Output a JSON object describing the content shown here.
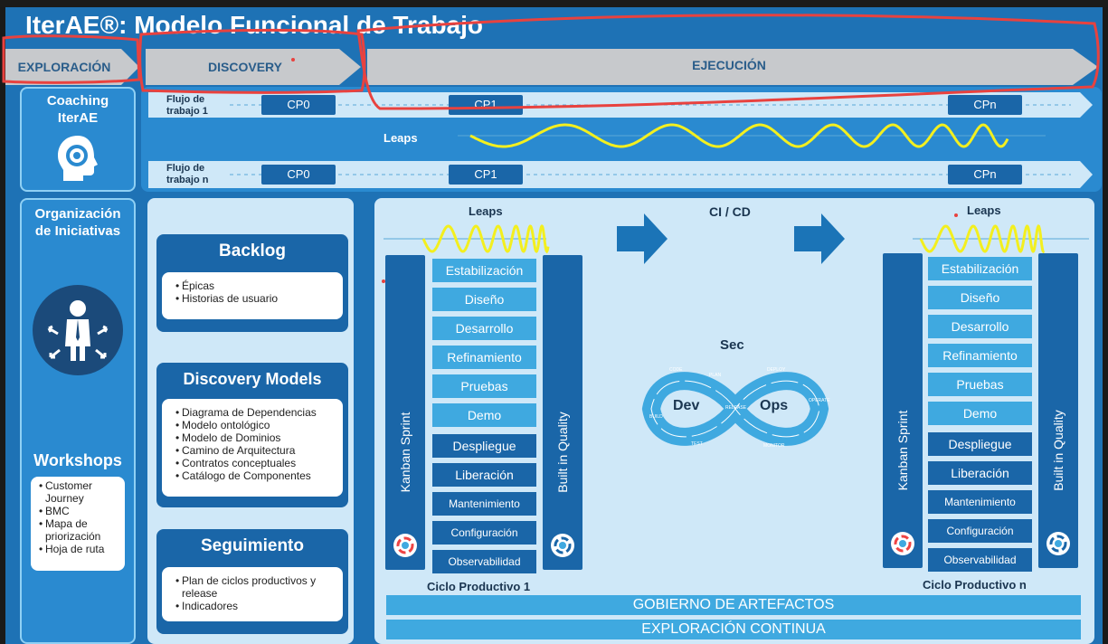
{
  "title": "IterAE®: Modelo Funcional de Trabajo",
  "phases": {
    "exploracion": "EXPLORACIÓN",
    "discovery": "DISCOVERY",
    "ejecucion": "EJECUCIÓN"
  },
  "coaching": {
    "line1": "Coaching",
    "line2": "IterAE"
  },
  "organizacion": {
    "line1": "Organización",
    "line2": "de Iniciativas"
  },
  "workshops": {
    "title": "Workshops",
    "items": [
      "Customer Journey",
      "BMC",
      "Mapa de priorización",
      "Hoja de ruta"
    ]
  },
  "flows": {
    "flow1_label_1": "Flujo de",
    "flow1_label_2": "trabajo 1",
    "flown_label_1": "Flujo de",
    "flown_label_2": "trabajo n",
    "cp0": "CP0",
    "cp1": "CP1",
    "cpn": "CPn",
    "leaps": "Leaps"
  },
  "backlog": {
    "title": "Backlog",
    "items": [
      "Épicas",
      "Historias de usuario"
    ]
  },
  "discovery_models": {
    "title": "Discovery Models",
    "items": [
      "Diagrama de Dependencias",
      "Modelo ontológico",
      "Modelo de Dominios",
      "Camino de Arquitectura",
      "Contratos conceptuales",
      "Catálogo de Componentes"
    ]
  },
  "seguimiento": {
    "title": "Seguimiento",
    "items": [
      "Plan de ciclos productivos y release",
      "Indicadores"
    ]
  },
  "cycle": {
    "leaps": "Leaps",
    "cicd": "CI / CD",
    "kanban": "Kanban Sprint",
    "quality": "Built in Quality",
    "steps": [
      "Estabilización",
      "Diseño",
      "Desarrollo",
      "Refinamiento",
      "Pruebas",
      "Demo",
      "Despliegue",
      "Liberación",
      "Mantenimiento",
      "Configuración",
      "Observabilidad"
    ],
    "ciclo1": "Ciclo Productivo 1",
    "ciclon": "Ciclo Productivo n"
  },
  "devsecops": {
    "sec": "Sec",
    "dev": "Dev",
    "ops": "Ops",
    "ring_words": [
      "CODE",
      "PLAN",
      "BUILD",
      "TEST",
      "RELEASE",
      "DEPLOY",
      "OPERATE",
      "MONITOR"
    ]
  },
  "gobierno": "GOBIERNO DE ARTEFACTOS",
  "exploracion_continua": "EXPLORACIÓN CONTINUA"
}
